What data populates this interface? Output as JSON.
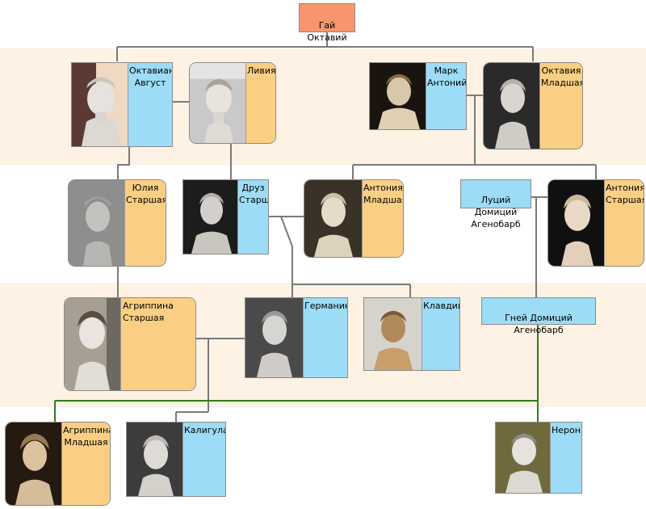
{
  "tree": {
    "root": "Гай Октавий",
    "people": {
      "octavian": "Октавиан\nАвгуст",
      "livia": "Ливия",
      "mark_antony": "Марк\nАнтоний",
      "octavia": "Октавия\nМладшая",
      "julia": "Юлия\nСтаршая",
      "drusus": "Друз\nСтарший",
      "antonia_minor": "Антония\nМладшая",
      "lucius": "Луций Домиций\nАгенобарб",
      "antonia_major": "Антония\nСтаршая",
      "agrippina_elder": "Агриппина\nСтаршая",
      "germanicus": "Германик",
      "claudius": "Клавдий",
      "gnaeus": "Гней Домиций Агенобарб",
      "agrippina_younger": "Агриппина\nМладшая",
      "caligula": "Калигула",
      "nero": "Нерон"
    }
  },
  "colors": {
    "male": "#9ddcf6",
    "female": "#fbcf83",
    "root": "#f7956f",
    "band": "#fdf2e4",
    "line": "#7a7a7a",
    "nero_line": "#2e7d1a"
  }
}
